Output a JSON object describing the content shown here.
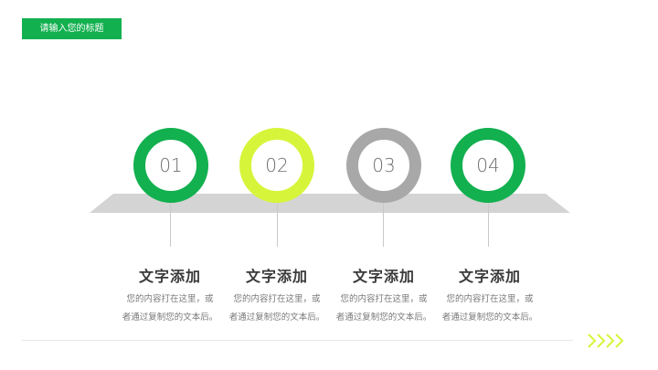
{
  "header": {
    "title": "请输入您的标题"
  },
  "colors": {
    "green": "#12b04f",
    "lime": "#d6f53a",
    "gray": "#a8a8a8",
    "platform": "#d4d4d4",
    "chevron": "#d6f53a"
  },
  "steps": [
    {
      "number": "01",
      "title": "文字添加",
      "desc_line1": "您的内容打在这里，或",
      "desc_line2": "者通过复制您的文本后。",
      "color": "#12b04f"
    },
    {
      "number": "02",
      "title": "文字添加",
      "desc_line1": "您的内容打在这里，或",
      "desc_line2": "者通过复制您的文本后。",
      "color": "#d6f53a"
    },
    {
      "number": "03",
      "title": "文字添加",
      "desc_line1": "您的内容打在这里，或",
      "desc_line2": "者通过复制您的文本后。",
      "color": "#a8a8a8"
    },
    {
      "number": "04",
      "title": "文字添加",
      "desc_line1": "您的内容打在这里，或",
      "desc_line2": "者通过复制您的文本后。",
      "color": "#12b04f"
    }
  ],
  "footer": {
    "decoration": "chevron-right-icons"
  }
}
